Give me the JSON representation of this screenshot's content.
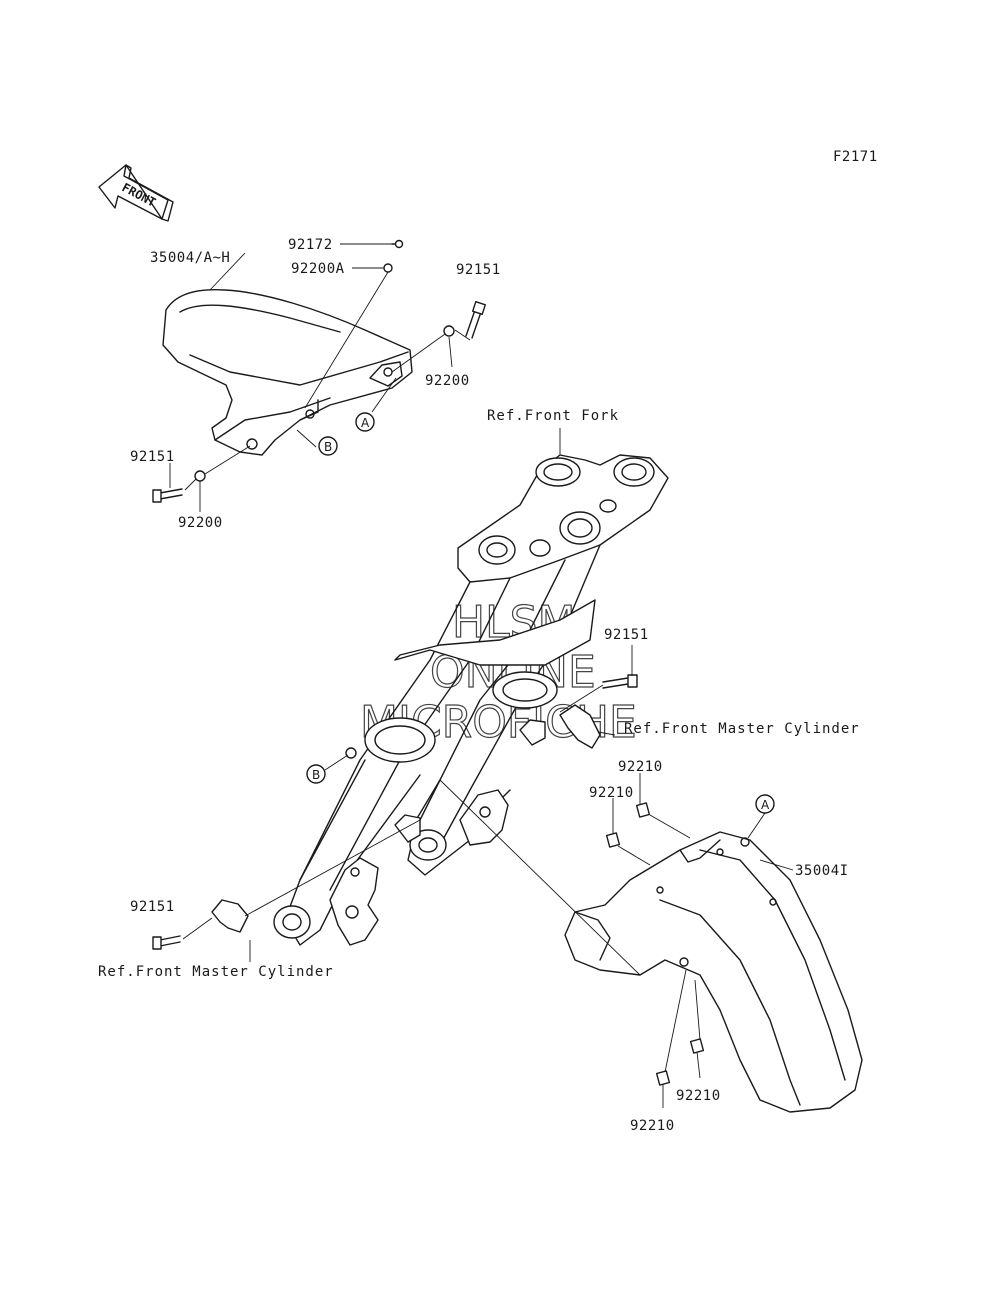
{
  "figure_code": "F2171",
  "front_arrow": {
    "label": "FRONT"
  },
  "watermark": {
    "line1": "HLSM",
    "line2": "ONLINE",
    "line3": "MICROFICHE"
  },
  "labels": {
    "p35004_AH": "35004/A~H",
    "p92172": "92172",
    "p92200A": "92200A",
    "p92151_top": "92151",
    "p92200_top": "92200",
    "p92151_left": "92151",
    "p92200_left": "92200",
    "ref_front_fork": "Ref.Front Fork",
    "p92151_mid": "92151",
    "ref_master_cyl_right": "Ref.Front Master Cylinder",
    "p92210_a": "92210",
    "p92210_b": "92210",
    "p35004I": "35004I",
    "p92151_bottom": "92151",
    "ref_master_cyl_left": "Ref.Front Master Cylinder",
    "p92210_c": "92210",
    "p92210_d": "92210"
  },
  "callouts": {
    "A_top": "A",
    "B_top": "B",
    "B_fork": "B",
    "A_fender": "A"
  }
}
